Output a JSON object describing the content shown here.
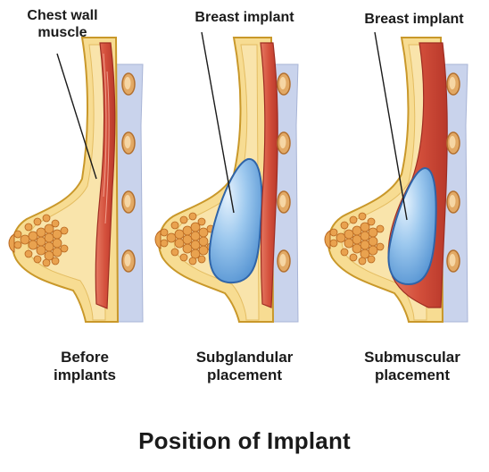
{
  "labels": {
    "chest_wall_muscle_line1": "Chest wall",
    "chest_wall_muscle_line2": "muscle",
    "breast_implant_1": "Breast implant",
    "breast_implant_2": "Breast implant"
  },
  "captions": {
    "before_line1": "Before",
    "before_line2": "implants",
    "subglandular_line1": "Subglandular",
    "subglandular_line2": "placement",
    "submuscular_line1": "Submuscular",
    "submuscular_line2": "placement"
  },
  "title": "Position of Implant",
  "colors": {
    "skin": "#f6d98d",
    "skin_edge": "#c7961f",
    "fat": "#f4dd9a",
    "gland": "#e8a04f",
    "gland_edge": "#b5651f",
    "muscle": "#d85a46",
    "muscle_dark": "#b63a2c",
    "rib_bg": "#c7d1ea",
    "rib": "#d99a54",
    "implant": "#6aa9de",
    "implant_light": "#cfe6fb",
    "implant_edge": "#2f64a8"
  }
}
